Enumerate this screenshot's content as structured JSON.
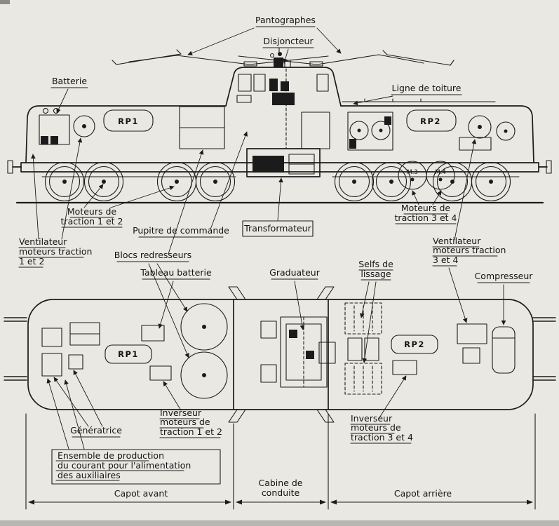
{
  "colors": {
    "ink": "#1b1b1b",
    "paper": "#e9e8e3",
    "scan_band": "#b7b6b2"
  },
  "labels": {
    "pantographes": "Pantographes",
    "disjoncteur": "Disjoncteur",
    "ligne_toiture": "Ligne de toiture",
    "batterie": "Batterie",
    "rp1": "RP1",
    "rp2": "RP2",
    "m3": "M.3",
    "m4": "M.4",
    "moteurs12": {
      "l1": "Moteurs de",
      "l2": "traction 1 et 2"
    },
    "moteurs34": {
      "l1": "Moteurs de",
      "l2": "traction 3 et 4"
    },
    "vent12": {
      "l1": "Ventilateur",
      "l2": "moteurs traction",
      "l3": "1 et 2"
    },
    "vent34": {
      "l1": "Ventilateur",
      "l2": "moteurs traction",
      "l3": "3 et 4"
    },
    "pupitre": "Pupitre de commande",
    "transformateur": "Transformateur",
    "blocs": "Blocs redresseurs",
    "tableau": "Tableau batterie",
    "graduateur": "Graduateur",
    "selfs": {
      "l1": "Selfs de",
      "l2": "lissage"
    },
    "compresseur": "Compresseur",
    "generatrice": "Génératrice",
    "inv12": {
      "l1": "Inverseur",
      "l2": "moteurs de",
      "l3": "traction 1 et 2"
    },
    "inv34": {
      "l1": "Inverseur",
      "l2": "moteurs de",
      "l3": "traction 3 et 4"
    },
    "ensemble": {
      "l1": "Ensemble de production",
      "l2": "du courant pour l'alimentation",
      "l3": "des auxiliaires"
    },
    "capot_avant": "Capot avant",
    "cabine": {
      "l1": "Cabine de",
      "l2": "conduite"
    },
    "capot_arriere": "Capot arrière"
  }
}
